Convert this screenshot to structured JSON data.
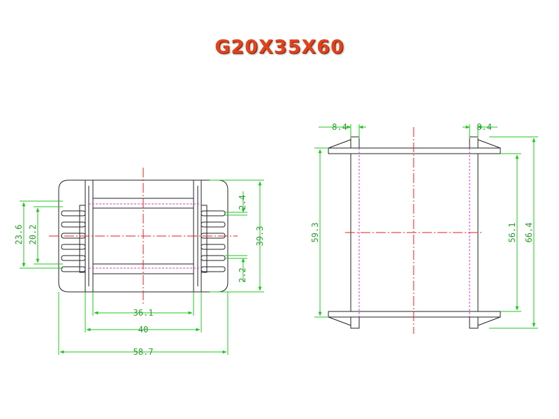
{
  "title": "G20X35X60",
  "colors": {
    "title": "#e0431c",
    "outline": "#222222",
    "dimension": "#22c422",
    "centerline": "#e02020",
    "hidden": "#d040d0"
  },
  "front_view": {
    "dims": {
      "d23_6": "23.6",
      "d20_2": "20.2",
      "d2_4": "2.4",
      "d39_3": "39.3",
      "d2_2": "2.2",
      "d36_1": "36.1",
      "d40": "40",
      "d58_7": "58.7"
    }
  },
  "side_view": {
    "dims": {
      "d8_4_left": "8.4",
      "d8_4_right": "8.4",
      "d59_3": "59.3",
      "d56_1": "56.1",
      "d66_4": "66.4"
    }
  }
}
